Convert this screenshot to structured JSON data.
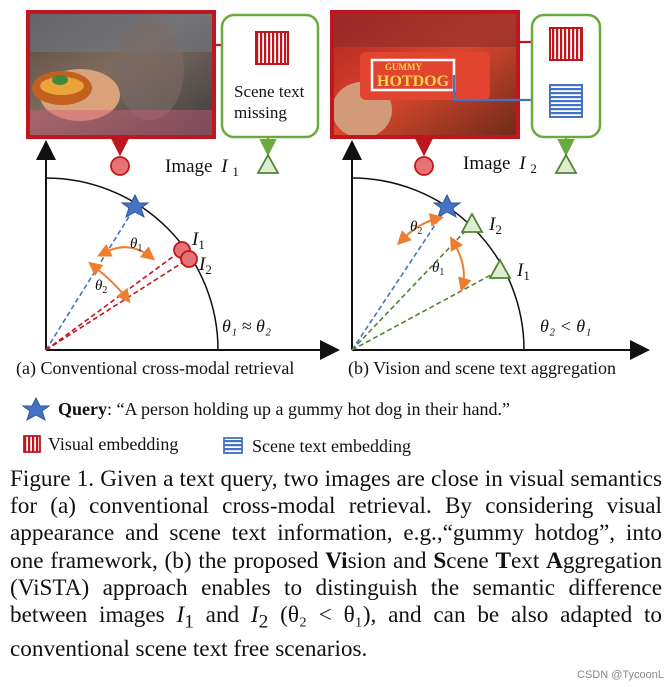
{
  "figure": {
    "left": {
      "scene_text_box": "Scene text\nmissing",
      "image_label": "Image",
      "image_sub": "I",
      "image_index": "1",
      "theta1": "θ",
      "theta1_sub": "1",
      "theta2": "θ",
      "theta2_sub": "2",
      "i1": "I",
      "i1_sub": "1",
      "i2": "I",
      "i2_sub": "2",
      "relation": "θ₁ ≈ θ₂",
      "panel_caption": "(a) Conventional cross-modal retrieval"
    },
    "right": {
      "photo_text_top": "GUMMY",
      "photo_text": "HOTDOG",
      "image_label": "Image",
      "image_sub": "I",
      "image_index": "2",
      "theta1": "θ",
      "theta1_sub": "1",
      "theta2": "θ",
      "theta2_sub": "2",
      "i1": "I",
      "i1_sub": "1",
      "i2": "I",
      "i2_sub": "2",
      "relation": "θ₂ < θ₁",
      "panel_caption": "(b) Vision and scene text aggregation"
    },
    "legend": {
      "query_label": "Query",
      "query_text": ": “A person holding up a gummy hot dog in their hand.”",
      "visual_embedding": "Visual embedding",
      "scene_text_embedding": "Scene text embedding"
    },
    "colors": {
      "red": "#c0161e",
      "red_fill": "#e57373",
      "green": "#6aaa3c",
      "green_fill": "#dcefd0",
      "blue": "#4472c4",
      "orange": "#ed7d31",
      "dash_green": "#548235"
    }
  },
  "caption": {
    "prefix": "Figure 1.  Given a text query, two images are close in visual semantics for (a) conventional cross-modal retrieval.  By considering visual appearance and scene text information, e.g.,“gummy hotdog”, into one framework, (b) the proposed ",
    "bold_vi": "Vi",
    "after_vi": "sion and ",
    "bold_s": "S",
    "after_s": "cene ",
    "bold_t": "T",
    "after_t": "ext ",
    "bold_a": "A",
    "after_a": "ggregation (ViSTA) approach enables to distinguish the semantic difference between images ",
    "i1": "I",
    "i1_sub": "1",
    "and": " and ",
    "i2": "I",
    "i2_sub": "2",
    "paren": " (θ₂ < θ₁), and can be also adapted to conventional scene text free scenarios."
  },
  "watermark": "CSDN @TycoonL"
}
